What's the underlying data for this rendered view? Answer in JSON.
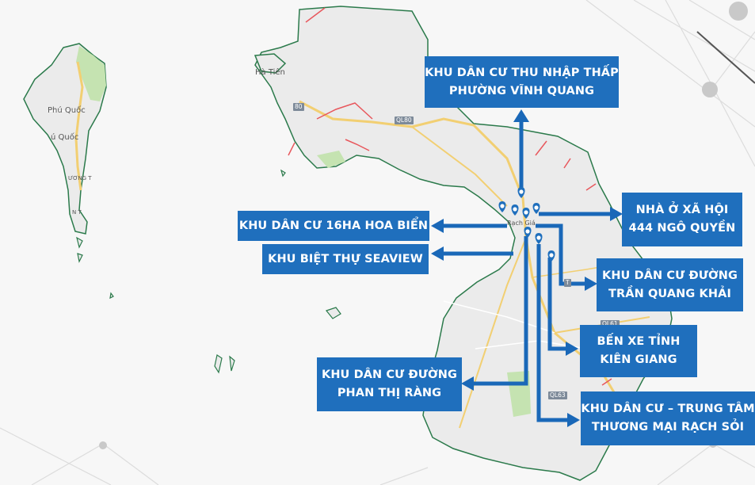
{
  "places": {
    "phu_quoc_1": "Phú Quốc",
    "phu_quoc_2": "ú Quốc",
    "phu_quoc_3": "ƯƠNG T",
    "phu_quoc_4": "N T",
    "ha_tien": "Hà Tiên",
    "rach_gia": "Rạch Giá"
  },
  "roads": {
    "ql80_a": "80",
    "ql80_b": "QL80",
    "ql63": "QL63",
    "ql61": "QL61",
    "t": "T"
  },
  "labels": {
    "thu_nhap_thap": {
      "line1": "KHU DÂN CƯ THU NHẬP THẤP",
      "line2": "PHƯỜNG VĨNH QUANG"
    },
    "hoa_bien": {
      "line1": "KHU DÂN CƯ 16HA HOA BIỂN"
    },
    "seaview": {
      "line1": "KHU BIỆT THỰ SEAVIEW"
    },
    "nha_o_xa_hoi": {
      "line1": "NHÀ Ở XÃ HỘI",
      "line2": "444 NGÔ QUYỀN"
    },
    "tran_quang_khai": {
      "line1": "KHU DÂN CƯ ĐƯỜNG",
      "line2": "TRẦN QUANG KHẢI"
    },
    "ben_xe": {
      "line1": "BẾN XE TỈNH",
      "line2": "KIÊN GIANG"
    },
    "phan_thi_rang": {
      "line1": "KHU DÂN CƯ ĐƯỜNG",
      "line2": "PHAN THỊ RÀNG"
    },
    "rach_soi": {
      "line1": "KHU DÂN CƯ – TRUNG TÂM",
      "line2": "THƯƠNG MẠI RẠCH SỎI"
    }
  },
  "colors": {
    "label_bg": "#1f6fbd",
    "arrow": "#1a68b8",
    "land": "#ebebeb",
    "coast": "#2b7a4b",
    "green": "#c5e3b1",
    "major_road": "#f2cf72",
    "arterial": "#e8575c",
    "water": "#f7f7f7"
  },
  "icons": {
    "pin": "map-pin-icon"
  }
}
